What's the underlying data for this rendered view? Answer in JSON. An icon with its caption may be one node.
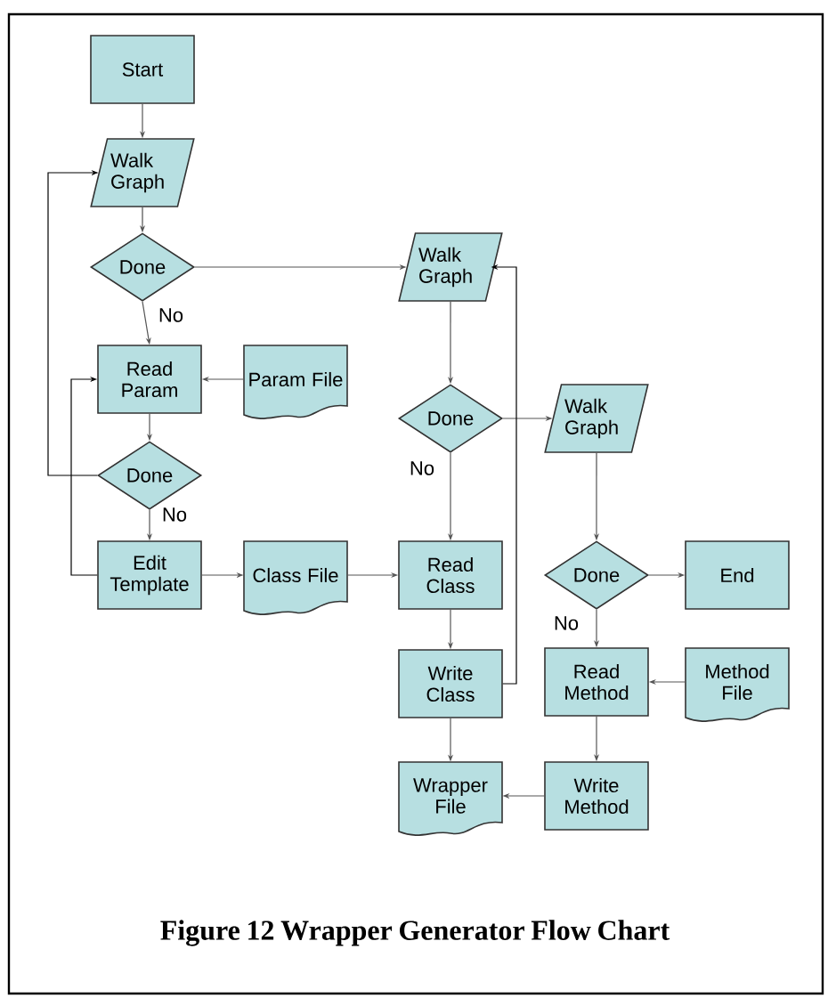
{
  "diagram": {
    "caption": "Figure 12 Wrapper Generator Flow Chart",
    "nodes": [
      {
        "text": [
          "Start"
        ]
      },
      {
        "text": [
          "Walk Graph"
        ]
      },
      {
        "text": [
          "Done"
        ]
      },
      {
        "text": [
          "Read Param"
        ]
      },
      {
        "text": [
          "Param File"
        ]
      },
      {
        "text": [
          "Done"
        ]
      },
      {
        "text": [
          "Edit Template"
        ]
      },
      {
        "text": [
          "Class File"
        ]
      },
      {
        "text": [
          "Walk Graph"
        ]
      },
      {
        "text": [
          "Done"
        ]
      },
      {
        "text": [
          "Walk Graph"
        ]
      },
      {
        "text": [
          "Done"
        ]
      },
      {
        "text": [
          "End"
        ]
      },
      {
        "text": [
          "Read Class"
        ]
      },
      {
        "text": [
          "Write Class"
        ]
      },
      {
        "text": [
          "Wrapper File"
        ]
      },
      {
        "text": [
          "Read Method"
        ]
      },
      {
        "text": [
          "Method File"
        ]
      },
      {
        "text": [
          "Write Method"
        ]
      }
    ],
    "edges": [
      {
        "from": 0,
        "to": 1,
        "arrow": "to"
      },
      {
        "from": 1,
        "to": 2,
        "arrow": "to"
      },
      {
        "from": 2,
        "to": 3,
        "arrow": "to",
        "label": "No"
      },
      {
        "from": 2,
        "to": 8,
        "arrow": "to"
      },
      {
        "from": 4,
        "to": 3,
        "arrow": "to"
      },
      {
        "from": 3,
        "to": 5,
        "arrow": "to"
      },
      {
        "from": 5,
        "to": 1,
        "arrow": "to"
      },
      {
        "from": 5,
        "to": 6,
        "arrow": "to",
        "label": "No"
      },
      {
        "from": 6,
        "to": 3,
        "arrow": "to"
      },
      {
        "from": 6,
        "to": 7,
        "arrow": "to"
      },
      {
        "from": 7,
        "to": 13,
        "arrow": "to"
      },
      {
        "from": 8,
        "to": 9,
        "arrow": "to"
      },
      {
        "from": 9,
        "to": 13,
        "arrow": "to",
        "label": "No"
      },
      {
        "from": 9,
        "to": 10,
        "arrow": "to"
      },
      {
        "from": 13,
        "to": 14,
        "arrow": "to"
      },
      {
        "from": 14,
        "to": 8,
        "arrow": "to"
      },
      {
        "from": 14,
        "to": 15,
        "arrow": "to"
      },
      {
        "from": 10,
        "to": 11,
        "arrow": "to"
      },
      {
        "from": 11,
        "to": 12,
        "arrow": "to"
      },
      {
        "from": 11,
        "to": 16,
        "arrow": "to",
        "label": "No"
      },
      {
        "from": 17,
        "to": 16,
        "arrow": "to"
      },
      {
        "from": 16,
        "to": 18,
        "arrow": "to"
      },
      {
        "from": 18,
        "to": 15,
        "arrow": "to"
      }
    ]
  }
}
